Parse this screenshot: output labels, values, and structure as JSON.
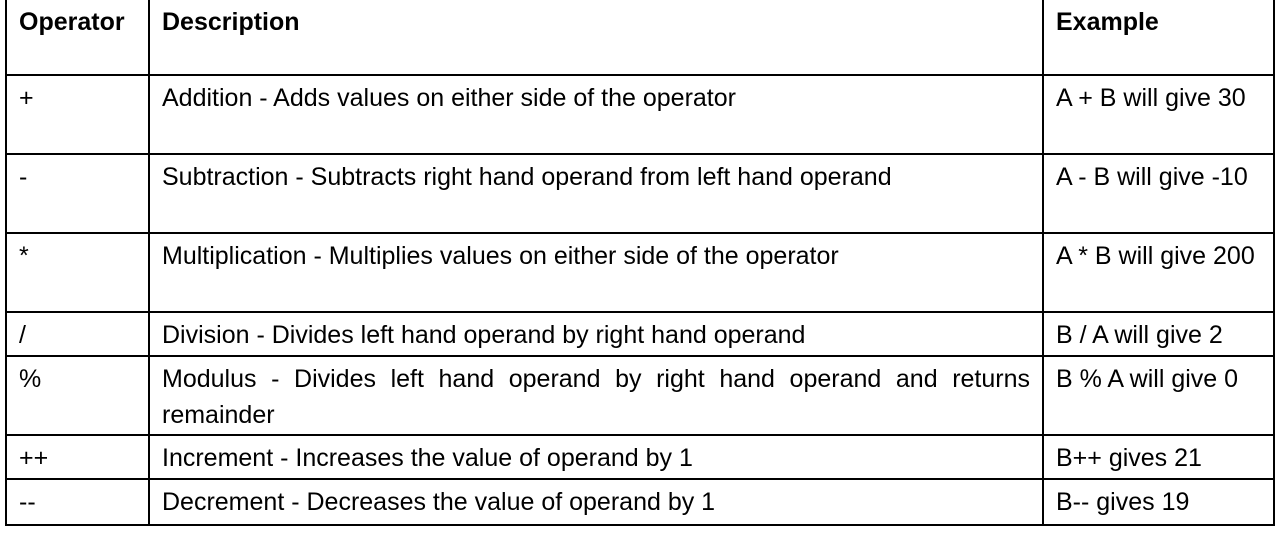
{
  "table": {
    "headers": {
      "operator": "Operator",
      "description": "Description",
      "example": "Example"
    },
    "rows": [
      {
        "operator": "+",
        "description": "Addition - Adds values on either side of the operator",
        "example": "A + B will give 30"
      },
      {
        "operator": "-",
        "description": "Subtraction - Subtracts right hand operand from left hand operand",
        "example": "A - B will give -10"
      },
      {
        "operator": "*",
        "description": "Multiplication - Multiplies values on either side of the operator",
        "example": "A * B will give 200"
      },
      {
        "operator": "/",
        "description": "Division - Divides left hand operand by right hand operand",
        "example": "B / A will give 2"
      },
      {
        "operator": "%",
        "description": "Modulus - Divides left hand operand by right hand operand and returns remainder",
        "example": "B % A will give 0"
      },
      {
        "operator": "++",
        "description": "Increment - Increases the value of operand by 1",
        "example": "B++ gives 21"
      },
      {
        "operator": "--",
        "description": "Decrement - Decreases the value of operand by 1",
        "example": "B-- gives 19"
      }
    ]
  }
}
